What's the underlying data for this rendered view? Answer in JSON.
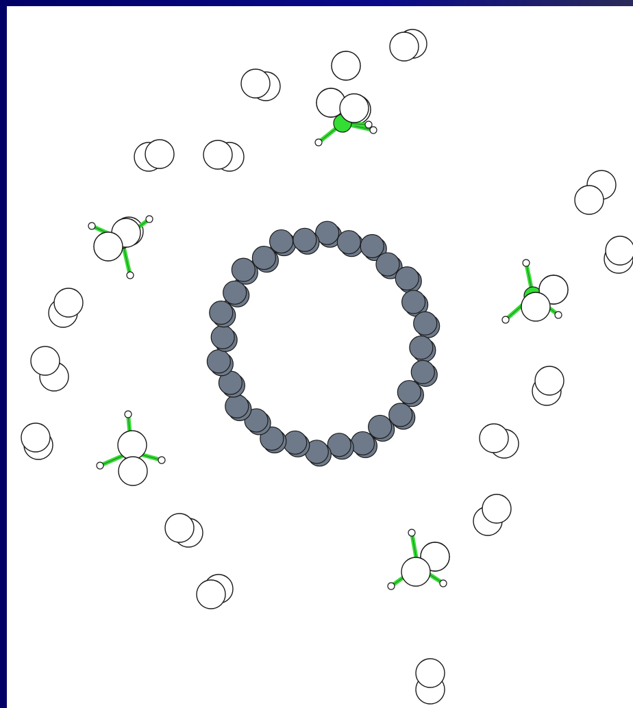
{
  "slide": {
    "background_color": "#000066",
    "panel_color": "#ffffff"
  },
  "colors": {
    "nanotube_atom": "#6e7a8a",
    "nanotube_bond": "#4a5563",
    "outline": "#1a1a1a",
    "molecule_center": "#33dd33",
    "atom_white": "#ffffff"
  },
  "diagram": {
    "description_shown": false,
    "nanotube_atom_count": 28,
    "free_atom_pair_count": 21,
    "tetrahedral_molecule_count": 5
  }
}
